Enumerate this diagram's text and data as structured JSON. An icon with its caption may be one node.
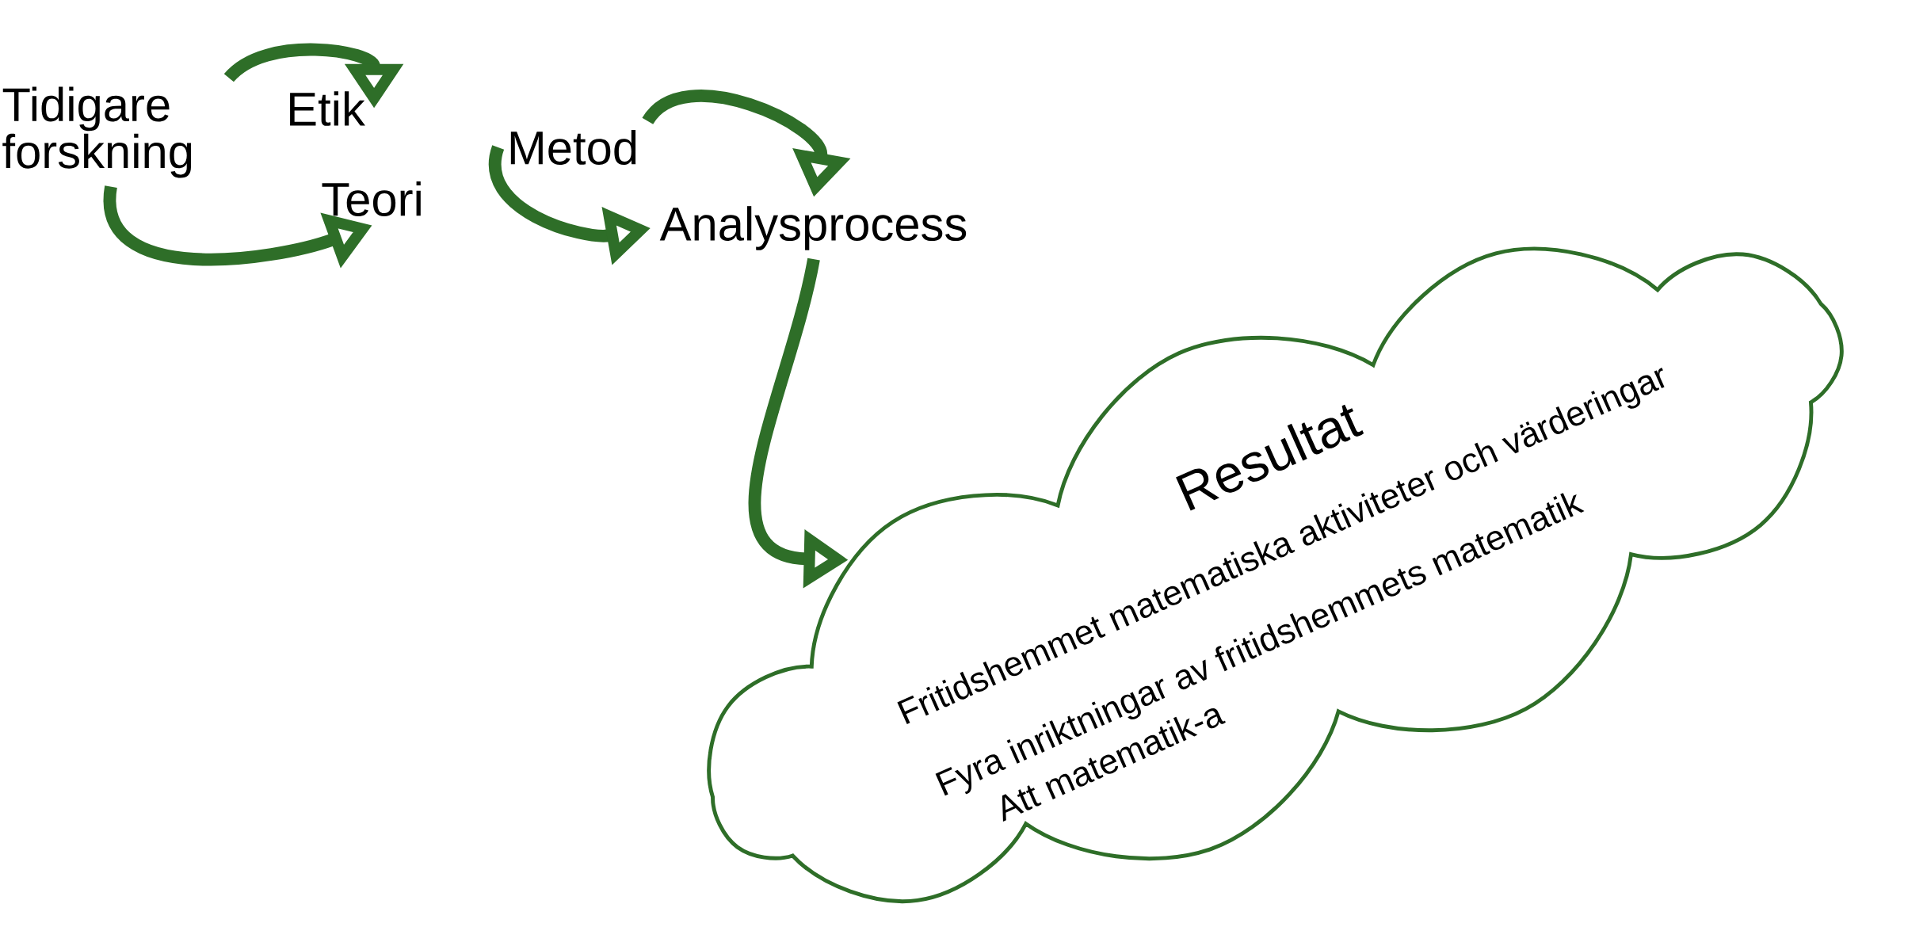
{
  "diagram": {
    "nodes": [
      {
        "text": [
          "Tidigare forskning"
        ]
      },
      {
        "text": [
          "Etik"
        ]
      },
      {
        "text": [
          "Teori"
        ]
      },
      {
        "text": [
          "Metod"
        ]
      },
      {
        "text": [
          "Analysprocess"
        ]
      },
      {
        "text": [
          "Resultat",
          "Fritidshemmet matematiska aktiviteter och värderingar",
          "Fyra inriktningar av fritidshemmets matematik",
          "Att matematik-a"
        ]
      }
    ],
    "edges": [
      {
        "from": 0,
        "to": 1,
        "arrow": "to"
      },
      {
        "from": 0,
        "to": 2,
        "arrow": "to"
      },
      {
        "from": 3,
        "to": 4,
        "arrow": "to"
      },
      {
        "from": 3,
        "to": 4,
        "arrow": "to"
      },
      {
        "from": 4,
        "to": 5,
        "arrow": "to"
      }
    ]
  }
}
